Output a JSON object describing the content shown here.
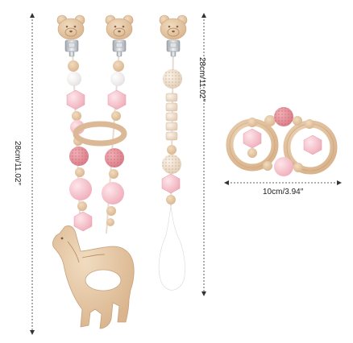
{
  "product": {
    "items": [
      "pacifier-clip-with-llama-teether",
      "pacifier-clip-with-beads",
      "pacifier-clip-with-cord",
      "double-ring-rattle"
    ]
  },
  "dimensions": {
    "left_length": "28cm/11.02″",
    "middle_length": "28cm/11.02″",
    "ring_width": "10cm/3.94″"
  },
  "colors": {
    "wood": "#e6c9a4",
    "wood_dark": "#c9a07a",
    "pink": "#f4bfc8",
    "light_pink": "#f8d6dc",
    "crochet": "#e6939c",
    "cream": "#efe3d4",
    "white_bead": "#f7f4f4",
    "metal": "#c8ccd2"
  }
}
